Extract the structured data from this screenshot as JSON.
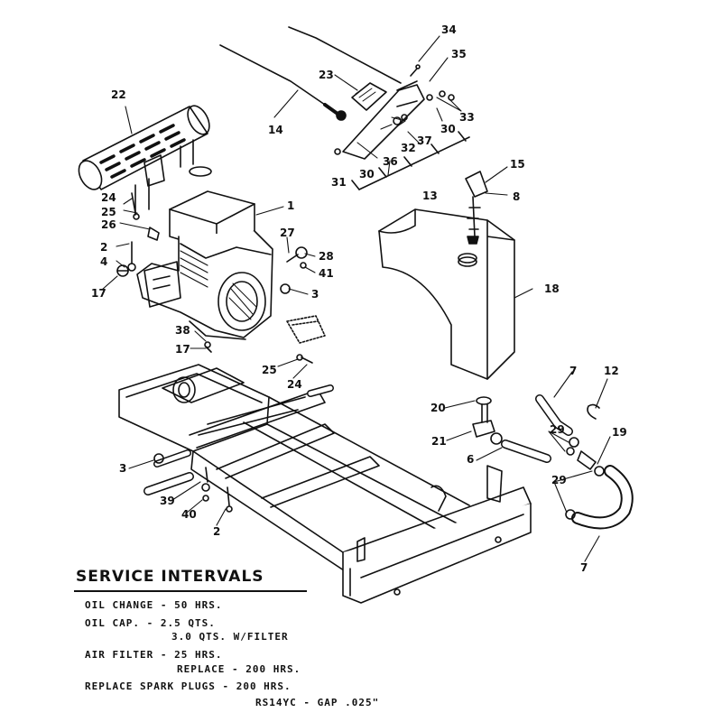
{
  "callouts": {
    "c1": "1",
    "c2a": "2",
    "c2b": "2",
    "c3a": "3",
    "c3b": "3",
    "c4": "4",
    "c6": "6",
    "c7a": "7",
    "c7b": "7",
    "c8": "8",
    "c12": "12",
    "c13": "13",
    "c14": "14",
    "c15": "15",
    "c17a": "17",
    "c17b": "17",
    "c18": "18",
    "c19": "19",
    "c20": "20",
    "c21": "21",
    "c22": "22",
    "c23": "23",
    "c24a": "24",
    "c24b": "24",
    "c25a": "25",
    "c25b": "25",
    "c26": "26",
    "c27": "27",
    "c28": "28",
    "c29a": "29",
    "c29b": "29",
    "c30a": "30",
    "c30b": "30",
    "c31": "31",
    "c32": "32",
    "c33": "33",
    "c34": "34",
    "c35": "35",
    "c36": "36",
    "c37": "37",
    "c38": "38",
    "c39": "39",
    "c40": "40",
    "c41": "41"
  },
  "service": {
    "title": "SERVICE INTERVALS",
    "oil_change": "OIL CHANGE - 50 HRS.",
    "oil_cap": "OIL CAP. - 2.5 QTS.",
    "oil_cap_filter": "3.0 QTS. W/FILTER",
    "air_filter": "AIR FILTER - 25 HRS.",
    "air_filter_replace": "REPLACE - 200 HRS.",
    "spark_plugs": "REPLACE SPARK PLUGS - 200 HRS.",
    "spark_plug_spec": "RS14YC - GAP .025\""
  }
}
